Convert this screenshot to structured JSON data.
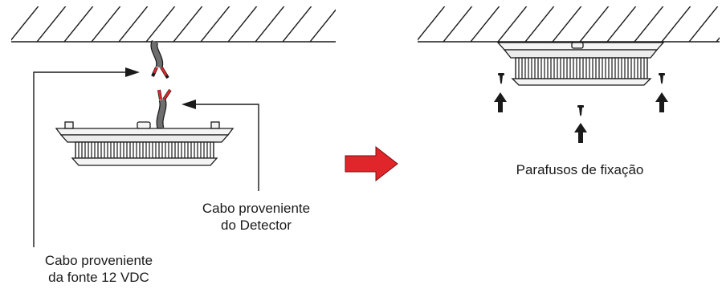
{
  "labels": {
    "supply_cable": [
      "Cabo proveniente",
      "da fonte 12 VDC"
    ],
    "detector_cable": [
      "Cabo proveniente",
      "do Detector"
    ],
    "fixing_screws": "Parafusos de fixação"
  },
  "colors": {
    "line": "#1a1a1a",
    "wire_jacket": "#6e6e6e",
    "wire_tip": "#e0262b",
    "transition_arrow": "#e0262b",
    "detector_fill": "#f4f4f4"
  }
}
